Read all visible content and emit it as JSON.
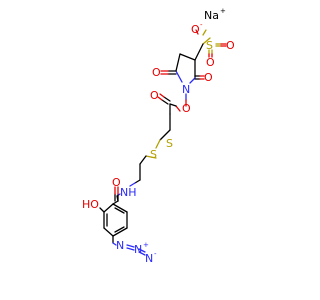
{
  "colors": {
    "bond": "#000000",
    "oxygen": "#e60000",
    "nitrogen": "#2a2aff",
    "sulfur": "#b3a000",
    "sodium": "#000000"
  },
  "atoms": {
    "sodium": "Na",
    "sodium_charge": "+",
    "sulfonate_s": "S",
    "sulfonate_o_neg": "O",
    "sulfonate_o_neg_charge": "-",
    "sulfonate_o_right": "O",
    "sulfonate_o_bottom": "O",
    "imide_o_left": "O",
    "imide_o_right": "O",
    "imide_n": "N",
    "ester_link_o": "O",
    "ester_carbonyl_o": "O",
    "disulfide_s1": "S",
    "disulfide_s2": "S",
    "amide_o": "O",
    "amide_nh": "NH",
    "phenol_ho": "HO",
    "azide_n1": "N",
    "azide_n2": "N",
    "azide_n2_charge": "+",
    "azide_n3": "N",
    "azide_n3_charge": "-"
  }
}
